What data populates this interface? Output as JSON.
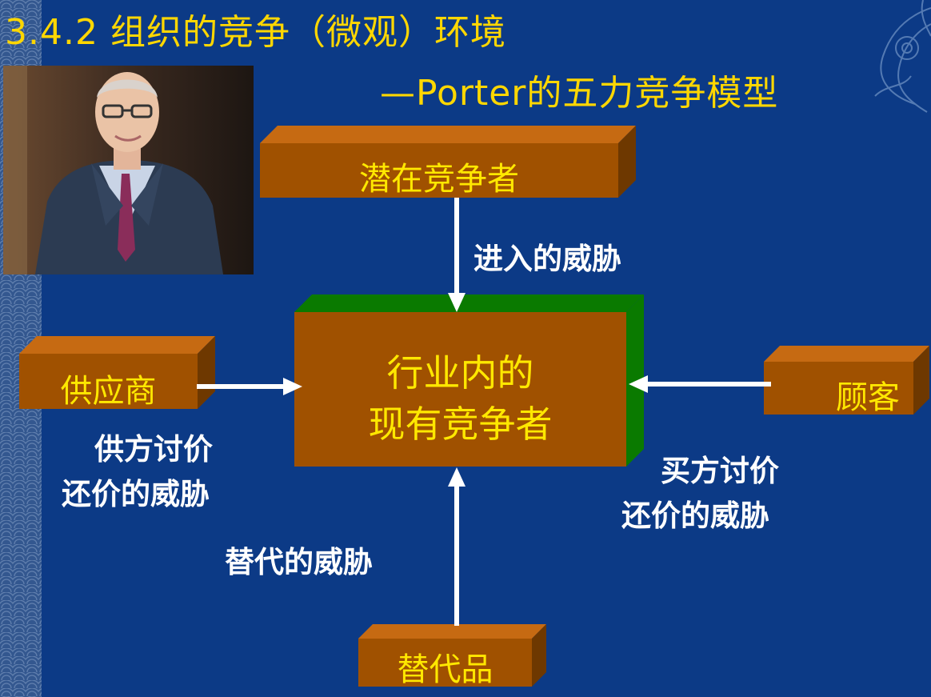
{
  "slide": {
    "title_line1": "3.4.2 组织的竞争（微观）环境",
    "title_line2": "—Porter的五力竞争模型"
  },
  "boxes": {
    "potential_entrants": "潜在竞争者",
    "industry_line1": "行业内的",
    "industry_line2": "现有竞争者",
    "suppliers": "供应商",
    "buyers": "顾客",
    "substitutes": "替代品"
  },
  "threats": {
    "entry": "进入的威胁",
    "supplier_line1": "供方讨价",
    "supplier_line2": "还价的威胁",
    "buyer_line1": "买方讨价",
    "buyer_line2": "还价的威胁",
    "substitute": "替代的威胁"
  },
  "colors": {
    "background": "#0c3a86",
    "title": "#ffd700",
    "box_face": "#a05100",
    "box_label": "#ffe800",
    "center_edge": "#0a7a00",
    "arrow": "#ffffff"
  }
}
